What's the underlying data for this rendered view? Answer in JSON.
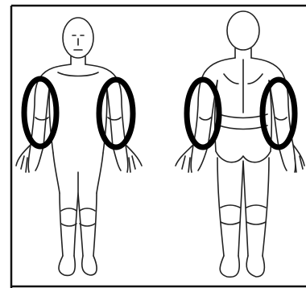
{
  "figure": {
    "views": [
      {
        "key": "front",
        "view": "front",
        "marked_regions": [
          "right-upper-arm",
          "left-upper-arm"
        ]
      },
      {
        "key": "back",
        "view": "back",
        "marked_regions": [
          "left-upper-arm",
          "right-upper-arm"
        ]
      }
    ],
    "marker_shape": "ellipse",
    "colors": {
      "background": "#ffffff",
      "figure_line": "#222222",
      "marker": "#000000",
      "frame": "#111111"
    }
  }
}
